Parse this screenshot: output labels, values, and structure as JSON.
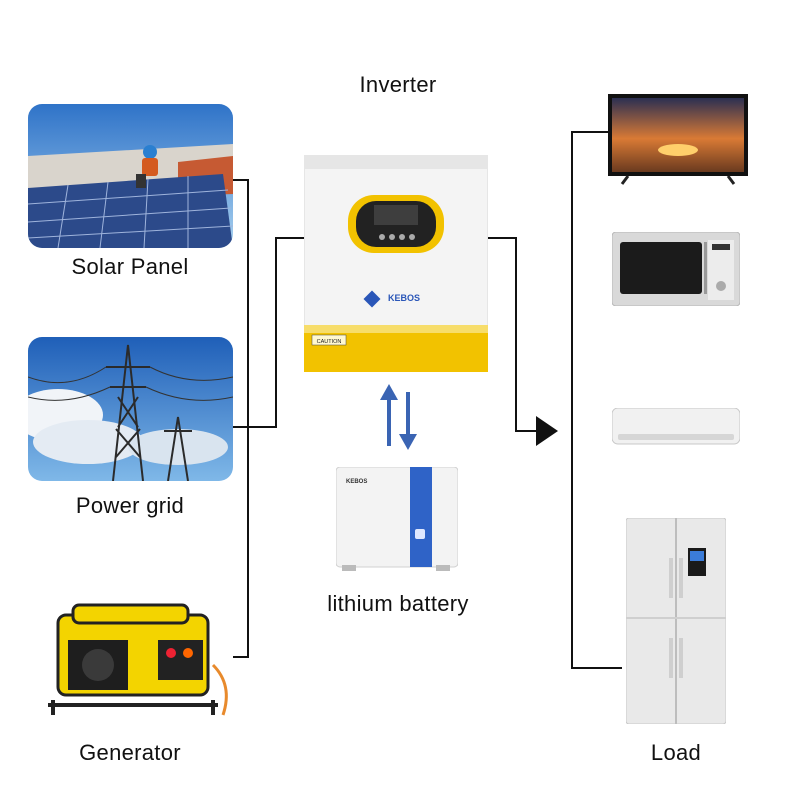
{
  "diagram": {
    "inverter_label": "Inverter",
    "battery_label": "lithium battery",
    "load_label": "Load",
    "sources": [
      {
        "label": "Solar Panel",
        "icon": "solar-panel-photo"
      },
      {
        "label": "Power grid",
        "icon": "power-grid-photo"
      },
      {
        "label": "Generator",
        "icon": "generator-photo"
      }
    ],
    "loads": [
      {
        "icon": "tv-icon"
      },
      {
        "icon": "microwave-icon"
      },
      {
        "icon": "air-conditioner-icon"
      },
      {
        "icon": "refrigerator-icon"
      }
    ],
    "inverter_brand": "KEBOS",
    "inverter_caution": "CAUTION",
    "battery_brand": "KEBOS",
    "colors": {
      "wire": "#111111",
      "arrow_blue": "#3a64b3",
      "inverter_yellow": "#f2c200",
      "battery_blue": "#2f63c7"
    }
  }
}
